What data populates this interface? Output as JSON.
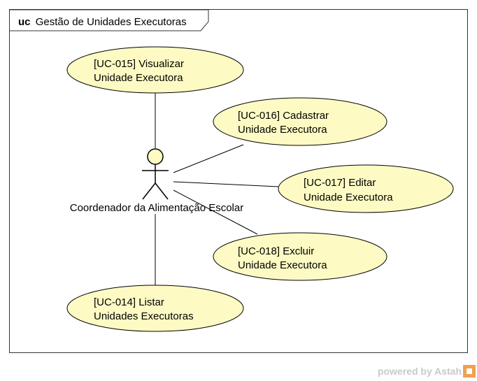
{
  "frame": {
    "keyword": "uc",
    "title": "Gestão de Unidades Executoras"
  },
  "actor": {
    "name": "Coordenador da Alimentação Escolar"
  },
  "use_cases": [
    {
      "id": "uc-015",
      "line1": "[UC-015] Visualizar",
      "line2": "Unidade Executora"
    },
    {
      "id": "uc-016",
      "line1": "[UC-016] Cadastrar",
      "line2": "Unidade Executora"
    },
    {
      "id": "uc-017",
      "line1": "[UC-017] Editar",
      "line2": "Unidade Executora"
    },
    {
      "id": "uc-018",
      "line1": "[UC-018] Excluir",
      "line2": "Unidade Executora"
    },
    {
      "id": "uc-014",
      "line1": "[UC-014] Listar",
      "line2": "Unidades Executoras"
    }
  ],
  "watermark": {
    "text": "powered by Astah"
  },
  "colors": {
    "usecase_fill": "#fdfbc3",
    "line": "#000000",
    "frame_border": "#333333"
  }
}
